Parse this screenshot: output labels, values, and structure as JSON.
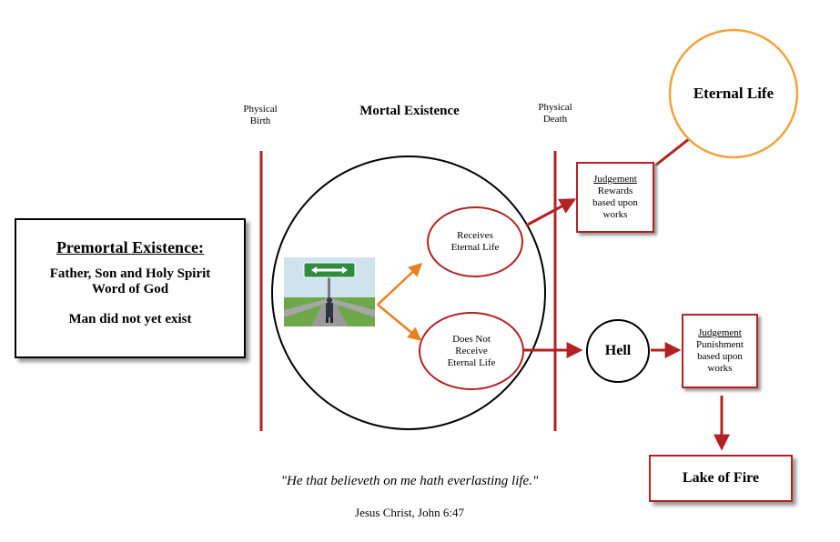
{
  "premortal": {
    "title": "Premortal Existence:",
    "line1": "Father, Son and Holy Spirit",
    "line2": "Word of God",
    "line3": "Man did not yet exist"
  },
  "labels": {
    "physical_birth_1": "Physical",
    "physical_birth_2": "Birth",
    "physical_death_1": "Physical",
    "physical_death_2": "Death",
    "mortal_existence": "Mortal Existence"
  },
  "receives": {
    "line1": "Receives",
    "line2": "Eternal Life"
  },
  "does_not": {
    "line1": "Does Not",
    "line2": "Receive",
    "line3": "Eternal Life"
  },
  "judgement_rewards": {
    "heading": "Judgement",
    "line1": "Rewards",
    "line2": "based upon",
    "line3": "works"
  },
  "judgement_punishment": {
    "heading": "Judgement",
    "line1": "Punishment",
    "line2": "based upon",
    "line3": "works"
  },
  "hell": "Hell",
  "eternal_life": "Eternal Life",
  "lake_of_fire": "Lake of Fire",
  "quote": "\"He that believeth on me hath everlasting life.\"",
  "citation": "Jesus Christ, John 6:47",
  "colors": {
    "red": "#b22222",
    "orange": "#e8801f",
    "eternal_ring": "#f2a33a",
    "sign_green": "#2e8b3f",
    "sky": "#cfe3ef",
    "grass": "#6fa84a"
  },
  "image_icon": "crossroads-signpost-icon"
}
